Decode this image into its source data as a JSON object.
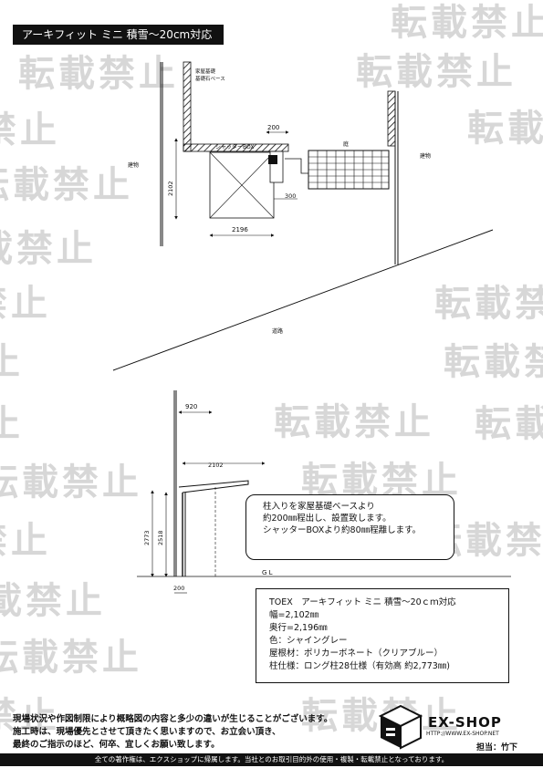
{
  "header": {
    "title": "アーキフィット ミニ 積雪～20cm対応"
  },
  "watermark": {
    "text": "転載禁止"
  },
  "plan": {
    "base_label_line1": "家屋基礎",
    "base_label_line2": "基礎石ベース",
    "garden_label": "庭",
    "building_left_label": "建物",
    "building_right_label": "建物",
    "road_label": "道路",
    "shutter_box_label": "シャッターBOX",
    "dim_200": "200",
    "dim_2102": "2102",
    "dim_300": "300",
    "dim_2196": "2196"
  },
  "elevation": {
    "dim_920": "920",
    "dim_2102": "2102",
    "dim_2773": "2773",
    "dim_2518": "2518",
    "dim_200": "200",
    "gl_label": "G L"
  },
  "note": {
    "lines": [
      "柱入りを家屋基礎ベースより",
      "約200㎜程出し、設置致します。",
      "シャッターBOXより約80㎜程離します。"
    ]
  },
  "spec": {
    "lines": [
      "TOEX　アーキフィット ミニ 積雪～20ｃｍ対応",
      "幅=2,102㎜",
      "奥行=2,196㎜",
      "色：シャイングレー",
      "屋根材：ポリカーボネート（クリアブルー）",
      "柱仕様：ロング柱28仕様（有効高 約2,773㎜)"
    ]
  },
  "disclaimer": {
    "lines": [
      "現場状況や作図制限により概略図の内容と多少の違いが生じることがございます。",
      "施工時は、現場優先とさせて頂きたく思いますので、お立会い頂き、",
      "最終のご指示のほど、何卒、宜しくお願い致します。"
    ]
  },
  "brand": {
    "name": "EX-SHOP",
    "url": "HTTP://WWW.EX-SHOP.NET",
    "staff": "担当：竹下"
  },
  "footer": {
    "text": "全ての著作権は、エクスショップに帰属します。当社とのお取引目的外の使用・複製・転載禁止となっております。"
  }
}
